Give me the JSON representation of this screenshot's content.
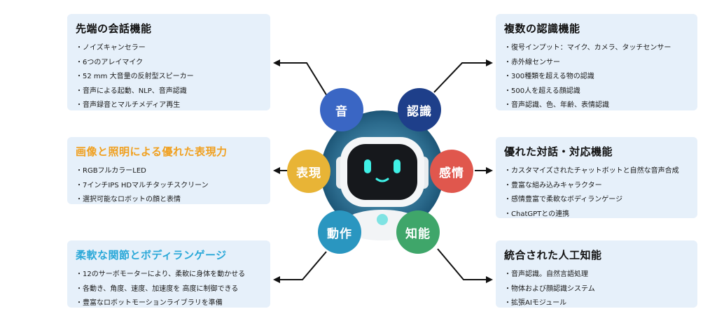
{
  "colors": {
    "box_bg": "#e6f0fa",
    "title_dark": "#111111",
    "title_orange": "#f0a020",
    "title_blue": "#2aa8d8",
    "bubble_sound": "#3a66c4",
    "bubble_recognition": "#1e3f8a",
    "bubble_expression": "#e8b436",
    "bubble_emotion": "#e0574d",
    "bubble_motion": "#2a96c0",
    "bubble_intelligence": "#3fa66a",
    "robot_ring": "#2b6a8c"
  },
  "bubbles": {
    "sound": "音",
    "recognition": "認識",
    "expression": "表現",
    "emotion": "感情",
    "motion": "動作",
    "intelligence": "知能"
  },
  "boxes": {
    "conversation": {
      "title": "先端の会話機能",
      "items": [
        "ノイズキャンセラー",
        "6つのアレイマイク",
        "52 mm 大音量の反射型スピーカー",
        "音声による起動、NLP、音声認識",
        "音声録音とマルチメディア再生"
      ]
    },
    "recognition": {
      "title": "複数の認識機能",
      "items": [
        "復号インプット：マイク、カメラ、タッチセンサー",
        "赤外線センサー",
        "300種類を超える物の認識",
        "500人を超える顔認識",
        "音声認識、色、年齢、表情認識"
      ]
    },
    "expression": {
      "title": "画像と照明による優れた表現力",
      "items": [
        "RGBフルカラーLED",
        "7インチIPS HDマルチタッチスクリーン",
        "選択可能なロボットの顔と表情"
      ]
    },
    "dialogue": {
      "title": "優れた対話・対応機能",
      "items": [
        "カスタマイズされたチャットボットと自然な音声合成",
        "豊富な組み込みキャラクター",
        "感情豊富で柔軟なボディランゲージ",
        "ChatGPTとの連携"
      ]
    },
    "body": {
      "title": "柔軟な関節とボディランゲージ",
      "items": [
        "12のサーボモーターにより、柔軟に身体を動かせる",
        "各動き、角度、速度、加速度を 高度に制御できる",
        "豊富なロボットモーションライブラリを準備"
      ]
    },
    "ai": {
      "title": "統合された人工知能",
      "items": [
        "音声認識。自然言語処理",
        "物体および顔認識システム",
        "拡張AIモジュール"
      ]
    }
  }
}
